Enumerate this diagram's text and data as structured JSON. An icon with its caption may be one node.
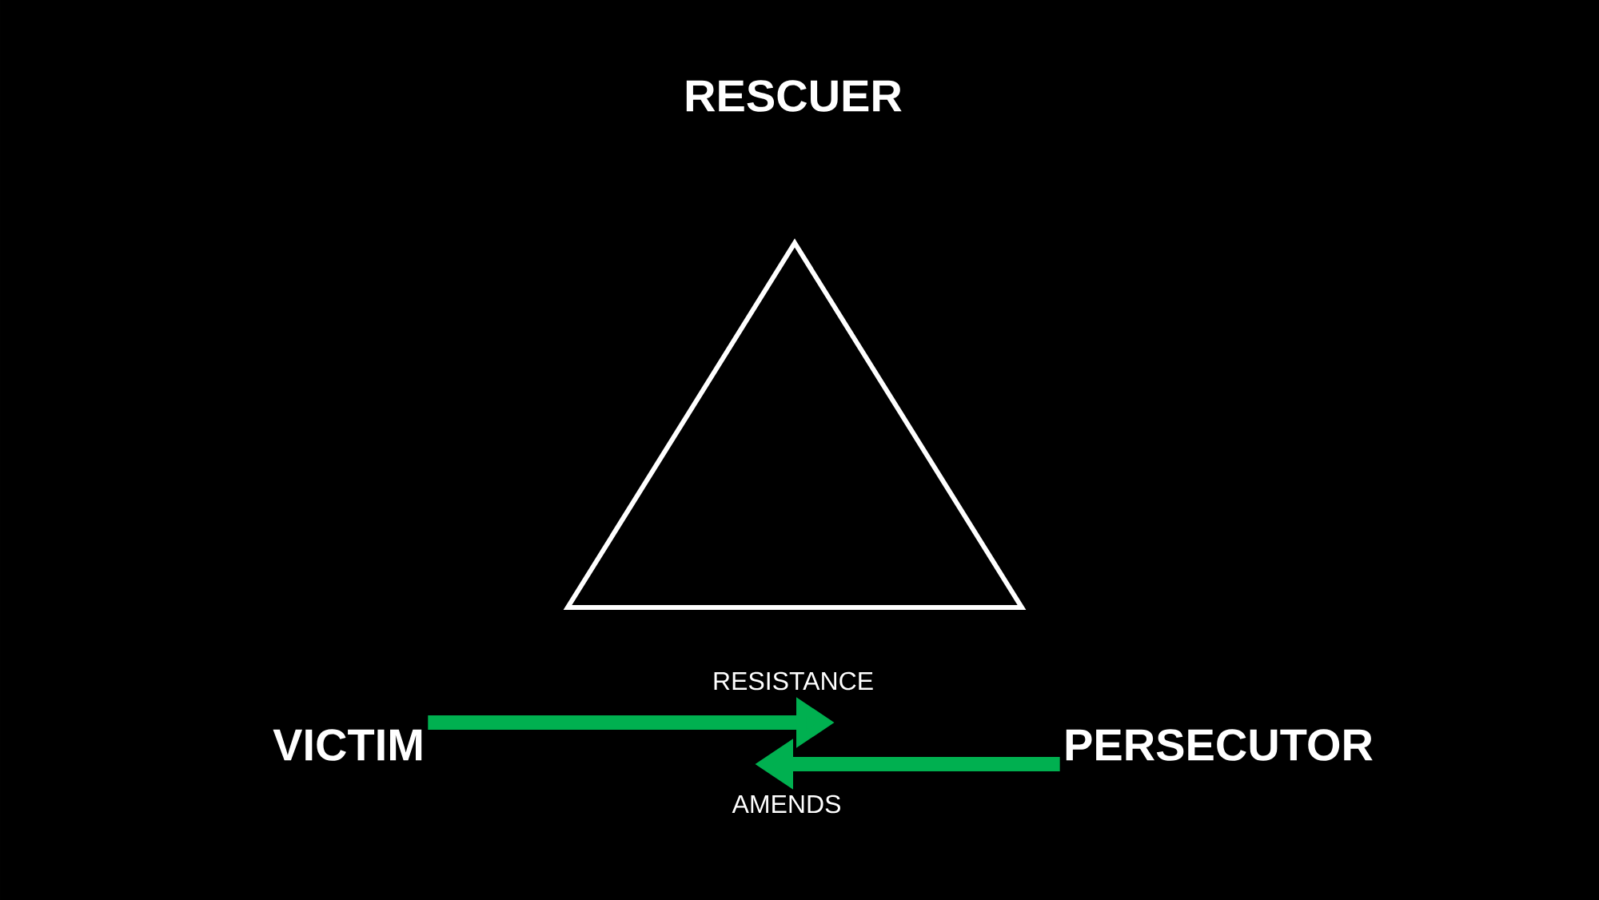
{
  "diagram": {
    "nodes": [
      {
        "text": [
          "RESCUER"
        ]
      },
      {
        "text": [
          "VICTIM"
        ]
      },
      {
        "text": [
          "PERSECUTOR"
        ]
      }
    ],
    "edges": [
      {
        "from": 1,
        "to": null,
        "arrow": "to",
        "label": "RESISTANCE"
      },
      {
        "from": 2,
        "to": null,
        "arrow": "to",
        "label": "AMENDS"
      }
    ]
  }
}
